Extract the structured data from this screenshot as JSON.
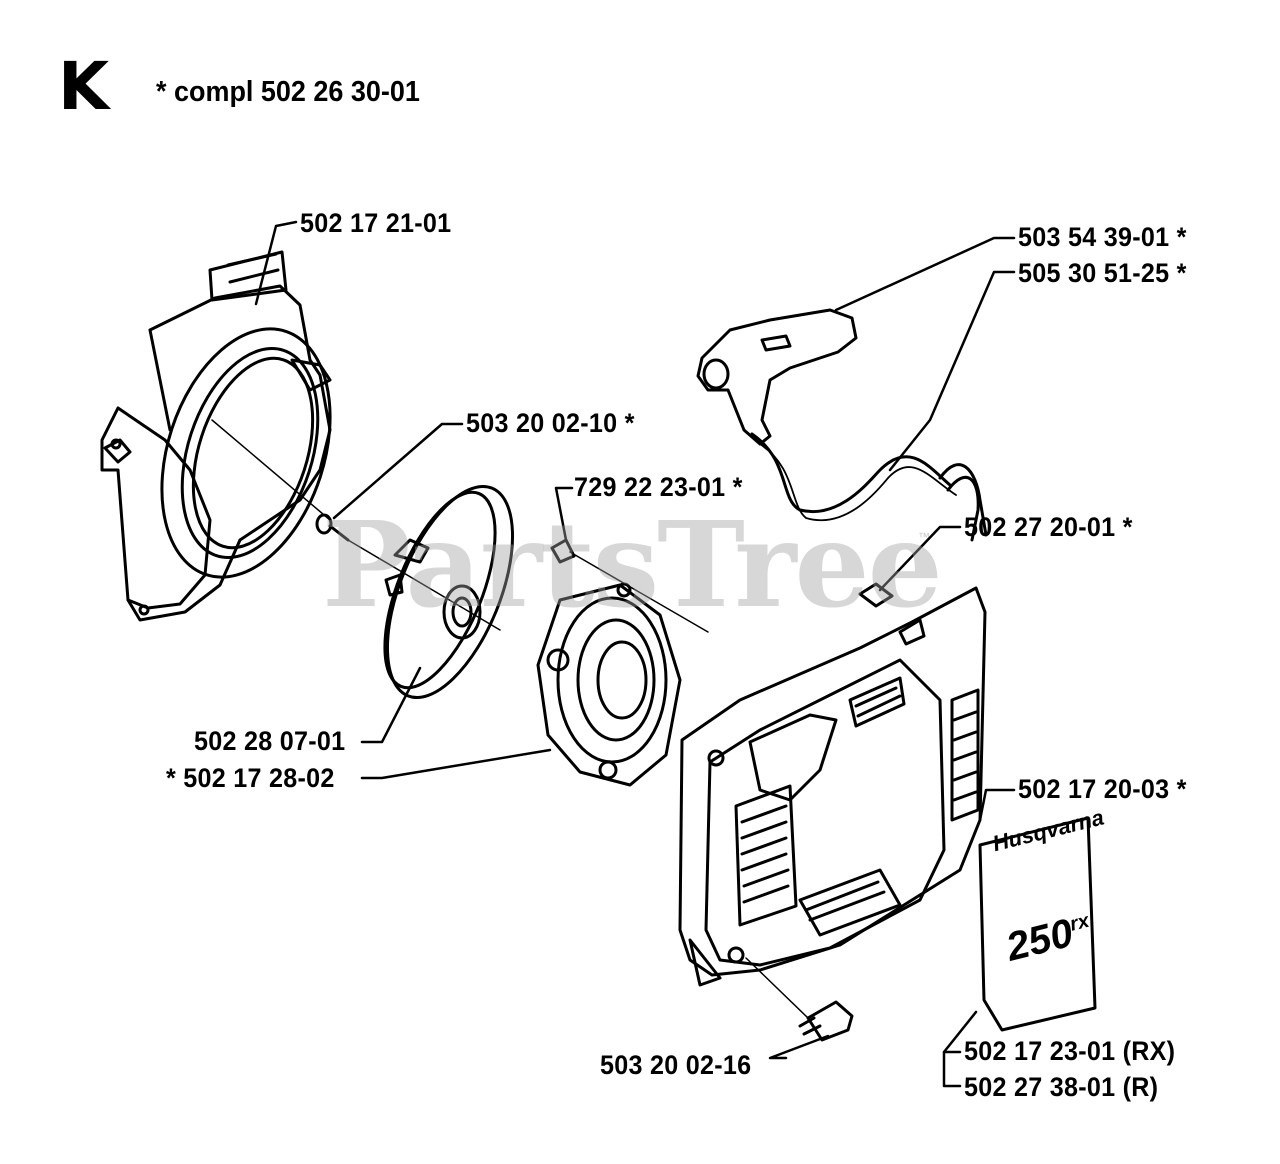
{
  "header": {
    "section_letter": "K",
    "note": "*  compl 502 26 30-01"
  },
  "watermark": {
    "text": "PartsTree",
    "trademark": "™"
  },
  "decal": {
    "brand": "Husqvarna",
    "model": "250",
    "model_suffix": "rx"
  },
  "labels": {
    "fan_housing": "502 17 21-01",
    "handle": "503 54 39-01  *",
    "cord": "505 30 51-25  *",
    "screw_pulley": "503 20 02-10  *",
    "screw_small": "729 22 23-01  *",
    "washer": "502 27 20-01  *",
    "pulley": "502 28 07-01",
    "spring_housing": "*  502 17 28-02",
    "starter_cover": "502 17 20-03  *",
    "screw_cover": "503 20 02-16",
    "decal_rx": "502 17 23-01  (RX)",
    "decal_r": "502 27 38-01  (R)"
  }
}
